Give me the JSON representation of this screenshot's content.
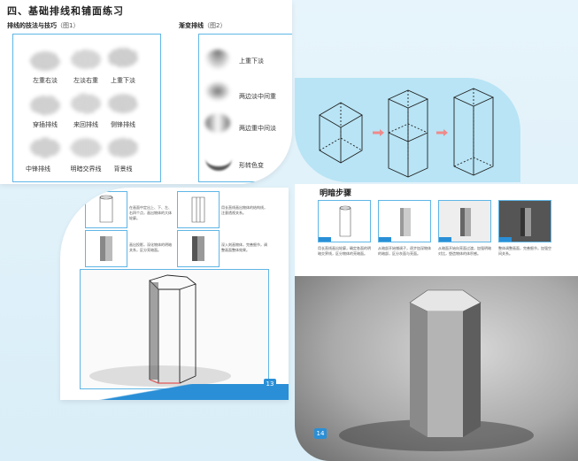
{
  "card1": {
    "title": "四、基础排线和铺面练习",
    "section1_label": "排线的技法与技巧",
    "section1_fig": "（图1）",
    "section2_label": "渐变排线",
    "section2_fig": "（图2）",
    "strokes": [
      "左重右淡",
      "左淡右重",
      "上重下淡",
      "穿插排线",
      "来回排线",
      "侧锋排线",
      "中锋排线",
      "明暗交界线",
      "背景线"
    ],
    "gradients": [
      "上重下淡",
      "两边淡中间重",
      "两边重中间淡",
      "形转色变"
    ]
  },
  "card4": {
    "title": "明暗步骤",
    "page_number": "14",
    "descs": [
      "用长直线画出轮廓，确定各面的明暗交界线，区分物体的亮暗面。",
      "从暗部开始铺调子，逐步加深物体的暗部，区分灰面与亮面。",
      "从暗面开始向亮面过渡，加强明暗对比，塑造物体的体积感。",
      "整体调整画面，完善细节，加强空间关系。"
    ]
  },
  "card3": {
    "page_number": "13",
    "descs": [
      "在画面中定出上、下、左、右四个点，画出物体的大体轮廓。",
      "用长直线画出物体的结构线，注意透视关系。",
      "画出投影，深化物体的明暗关系，区分亮暗面。",
      "深入刻画物体，完善细节，调整画面整体效果。"
    ]
  }
}
